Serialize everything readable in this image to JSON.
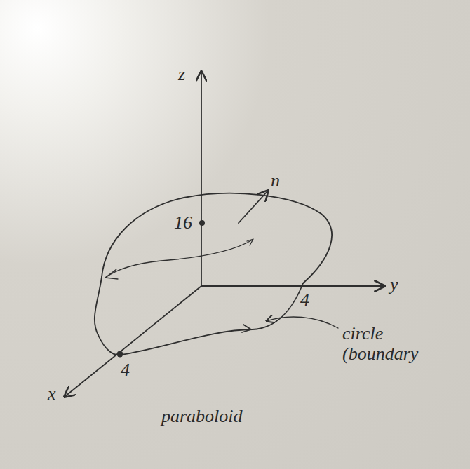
{
  "diagram": {
    "labels": [
      "z",
      "n",
      "16",
      "y",
      "4",
      "x",
      "4",
      "circle (boundary",
      "paraboloid"
    ]
  }
}
